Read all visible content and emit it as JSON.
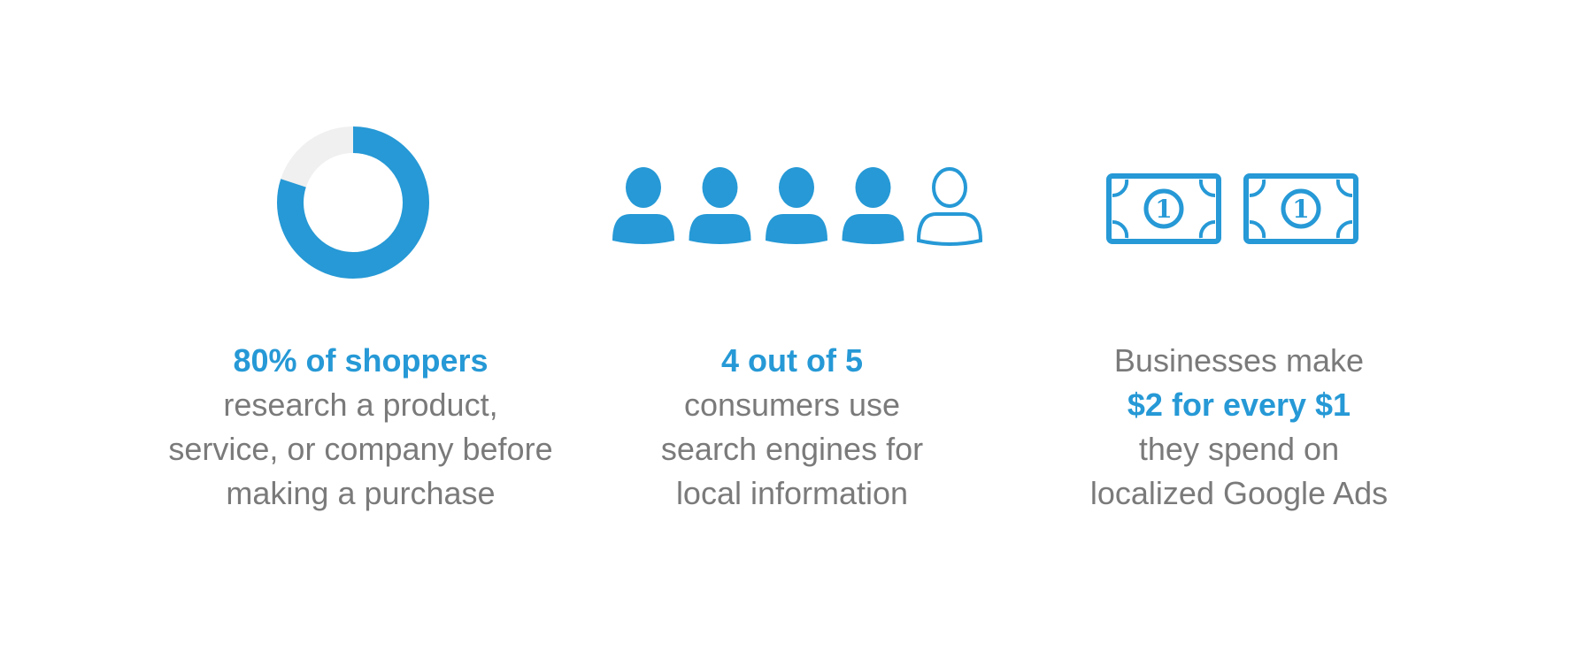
{
  "colors": {
    "accent": "#2699d6",
    "track": "#f0f0f0",
    "text": "#7a7a7a"
  },
  "stats": [
    {
      "icon": "donut-progress-icon",
      "fraction": 0.8,
      "highlight": "80% of shoppers",
      "lines": [
        "research a product,",
        "service, or company before",
        "making a purchase"
      ]
    },
    {
      "icon": "people-icon",
      "filled_count": 4,
      "total_count": 5,
      "highlight": "4 out of 5",
      "lines": [
        "consumers use",
        "search engines for",
        "local information"
      ]
    },
    {
      "icon": "dollar-bill-icon",
      "bill_count": 2,
      "lead": "Businesses make",
      "highlight": "$2 for every $1",
      "lines": [
        "they spend on",
        "localized Google Ads"
      ],
      "bill_label": "1"
    }
  ]
}
